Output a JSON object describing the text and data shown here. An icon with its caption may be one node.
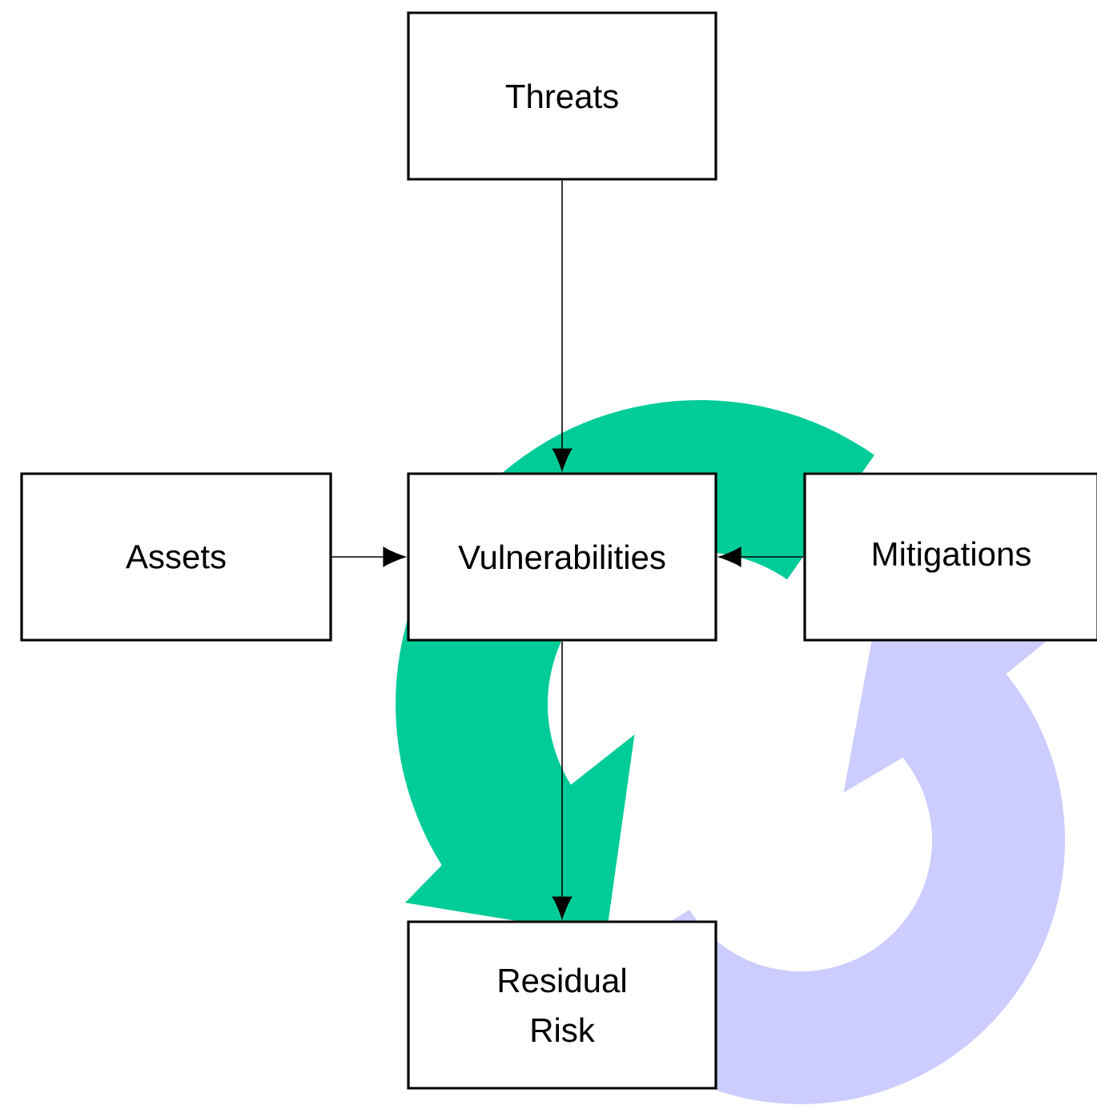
{
  "diagram": {
    "nodes": [
      {
        "text": [
          "Threats"
        ]
      },
      {
        "text": [
          "Assets"
        ]
      },
      {
        "text": [
          "Vulnerabilities"
        ]
      },
      {
        "text": [
          "Mitigations"
        ]
      },
      {
        "text": [
          "Residual Risk"
        ]
      }
    ],
    "edges": [
      {
        "from": 0,
        "to": 2,
        "arrow": "to"
      },
      {
        "from": 1,
        "to": 2,
        "arrow": "to"
      },
      {
        "from": 3,
        "to": 2,
        "arrow": "to"
      },
      {
        "from": 2,
        "to": 4,
        "arrow": "to"
      }
    ]
  }
}
